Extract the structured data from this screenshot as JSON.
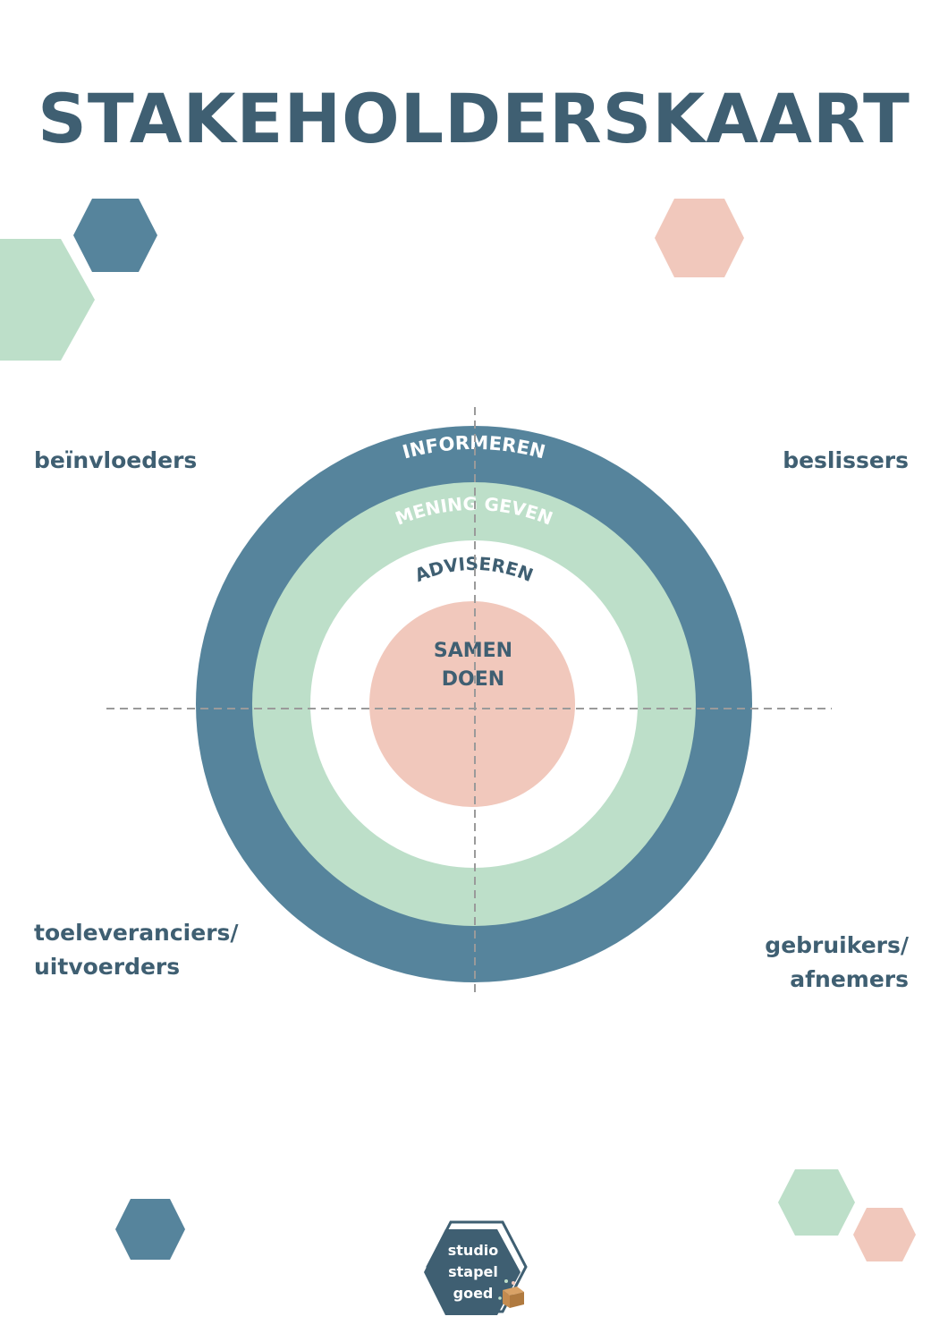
{
  "title": "STAKEHOLDERSKAART",
  "colors": {
    "title": "#3f5f72",
    "ring_outer": "#56849c",
    "ring_middle": "#bddfc9",
    "ring_inner": "#ffffff",
    "core": "#f1c8bc",
    "axis": "#9a9a9a",
    "hex_blue": "#56849c",
    "hex_green": "#bddfc9",
    "hex_pink": "#f1c8bc"
  },
  "rings": {
    "outer": "INFORMEREN",
    "middle": "MENING GEVEN",
    "inner": "ADVISEREN",
    "core": [
      "SAMEN",
      "DOEN"
    ]
  },
  "quadrants": {
    "top_left": [
      "beïnvloeders"
    ],
    "top_right": [
      "beslissers"
    ],
    "bottom_left": [
      "toeleveranciers/",
      "uitvoerders"
    ],
    "bottom_right": [
      "gebruikers/",
      "afnemers"
    ]
  },
  "logo": {
    "lines": [
      "studio",
      "stapel",
      "goed"
    ],
    "icon": "box-icon"
  }
}
